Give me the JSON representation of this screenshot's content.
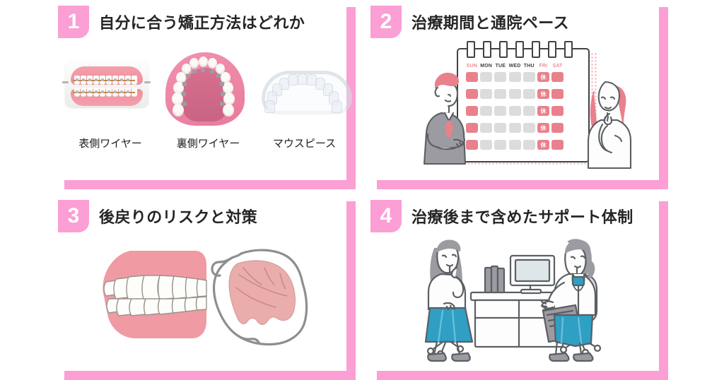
{
  "theme": {
    "pink": "#fb9fd4",
    "badge_text_color": "#ffffff",
    "title_color": "#252525",
    "caption_color": "#1d1d1d",
    "illustration_line": "#5a5f63",
    "illustration_red": "#e8818c",
    "illustration_blue": "#2f9fc4",
    "gum_pink": "#ef8d9d"
  },
  "panels": [
    {
      "number": "1",
      "title": "自分に合う矯正方法はどれか",
      "captions": [
        "表側ワイヤー",
        "裏側ワイヤー",
        "マウスピース"
      ],
      "media": "dental-appliance-photos"
    },
    {
      "number": "2",
      "title": "治療期間と通院ペース",
      "captions": [],
      "media": "calendar-with-two-people"
    },
    {
      "number": "3",
      "title": "後戻りのリスクと対策",
      "captions": [],
      "media": "teeth-profile-and-retainer"
    },
    {
      "number": "4",
      "title": "治療後まで含めたサポート体制",
      "captions": [],
      "media": "clinic-consultation-scene"
    }
  ],
  "calendar": {
    "weekday_headers": [
      "SUN",
      "MON",
      "TUE",
      "WED",
      "THU",
      "FRI",
      "SAT"
    ],
    "header_colors": [
      "red",
      "dark",
      "dark",
      "dark",
      "dark",
      "red",
      "red"
    ],
    "rest_label": "休",
    "rows": 5,
    "row_pattern": [
      "red",
      "gray",
      "gray",
      "gray",
      "gray",
      "rest",
      "red"
    ]
  }
}
